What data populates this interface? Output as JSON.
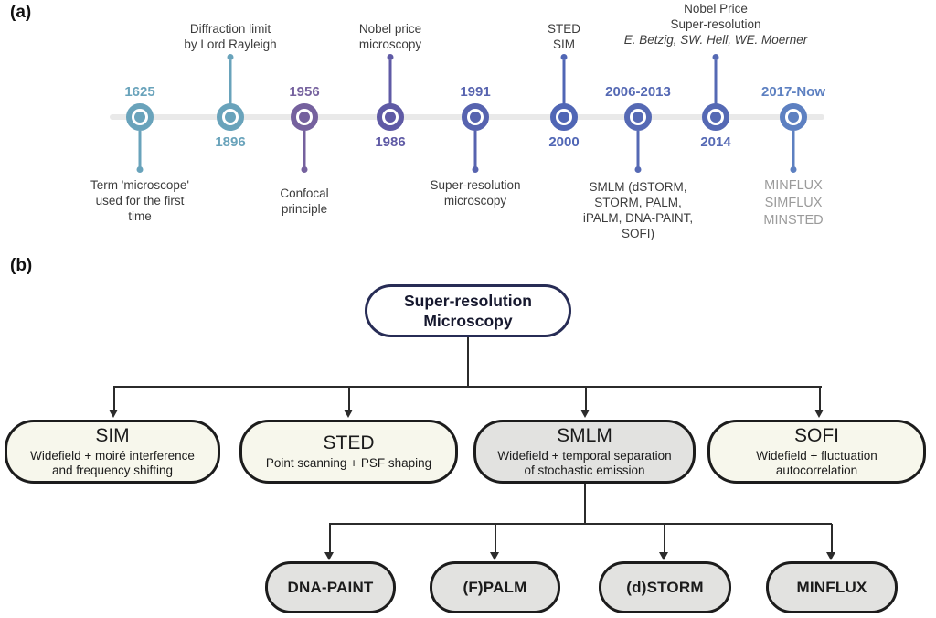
{
  "panel_a_label": "(a)",
  "panel_b_label": "(b)",
  "colors": {
    "timeline_line": "#e9e9e9",
    "label_text": "#3c3c3c",
    "muted_label": "#9b9b9b",
    "connector": "#2b2b2b",
    "root_border": "#272c55",
    "box_border": "#1c1c1c",
    "box_fill_cream": "#f7f7ec",
    "box_fill_gray": "#e2e2e0"
  },
  "timeline": {
    "events": [
      {
        "year": "1625",
        "color": "#69a3bb",
        "label": "Term 'microscope'\nused for the first\ntime"
      },
      {
        "year": "1896",
        "color": "#69a3bb",
        "label": "Diffraction limit\nby Lord Rayleigh"
      },
      {
        "year": "1956",
        "color": "#75619e",
        "label": "Confocal\nprinciple"
      },
      {
        "year": "1986",
        "color": "#5f5aa5",
        "label": "Nobel price\nmicroscopy"
      },
      {
        "year": "1991",
        "color": "#5763af",
        "label": "Super-resolution\nmicroscopy"
      },
      {
        "year": "2000",
        "color": "#5066b5",
        "label": "STED\nSIM"
      },
      {
        "year": "2006-2013",
        "color": "#5569b4",
        "label": "SMLM (dSTORM,\nSTORM, PALM,\niPALM, DNA-PAINT,\nSOFI)"
      },
      {
        "year": "2014",
        "color": "#5569b4",
        "label": "Nobel Price\nSuper-resolution",
        "names": "E. Betzig, SW. Hell, WE. Moerner"
      },
      {
        "year": "2017-Now",
        "color": "#5d80c1",
        "label": "MINFLUX\nSIMFLUX\nMINSTED",
        "label_color": "#9b9b9b"
      }
    ]
  },
  "flowchart": {
    "root": {
      "title": "Super-resolution\nMicroscopy"
    },
    "level2": [
      {
        "title": "SIM",
        "subtitle": "Widefield + moiré interference\nand frequency shifting",
        "fill": "#f7f7ec"
      },
      {
        "title": "STED",
        "subtitle": "Point scanning + PSF shaping",
        "fill": "#f7f7ec"
      },
      {
        "title": "SMLM",
        "subtitle": "Widefield + temporal separation\nof stochastic emission",
        "fill": "#e2e2e0"
      },
      {
        "title": "SOFI",
        "subtitle": "Widefield + fluctuation\nautocorrelation",
        "fill": "#f7f7ec"
      }
    ],
    "level3": [
      {
        "title": "DNA-PAINT",
        "fill": "#e2e2e0"
      },
      {
        "title": "(F)PALM",
        "fill": "#e2e2e0"
      },
      {
        "title": "(d)STORM",
        "fill": "#e2e2e0"
      },
      {
        "title": "MINFLUX",
        "fill": "#e2e2e0"
      }
    ]
  }
}
